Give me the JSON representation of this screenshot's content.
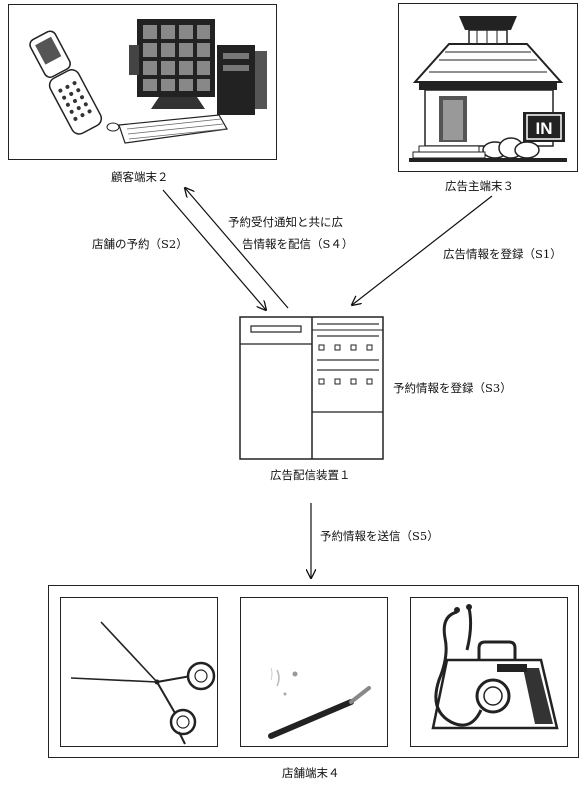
{
  "nodes": {
    "customer_terminal": "顧客端末２",
    "advertiser_terminal": "広告主端末３",
    "ad_delivery_device": "広告配信装置１",
    "store_terminal": "店舗端末４"
  },
  "edges": {
    "store_reservation": "店舗の予約（S2）",
    "notify_line1": "予約受付通知と共に広",
    "notify_line2": "告情報を配信（S４）",
    "register_ad": "広告情報を登録（S1）",
    "register_reservation": "予約情報を登録（S3）",
    "send_reservation": "予約情報を送信（S5）"
  },
  "store_icons": [
    "scissors-icon",
    "beauty-tool-icon",
    "doctor-bag-icon"
  ],
  "advertiser_sign": "IN"
}
